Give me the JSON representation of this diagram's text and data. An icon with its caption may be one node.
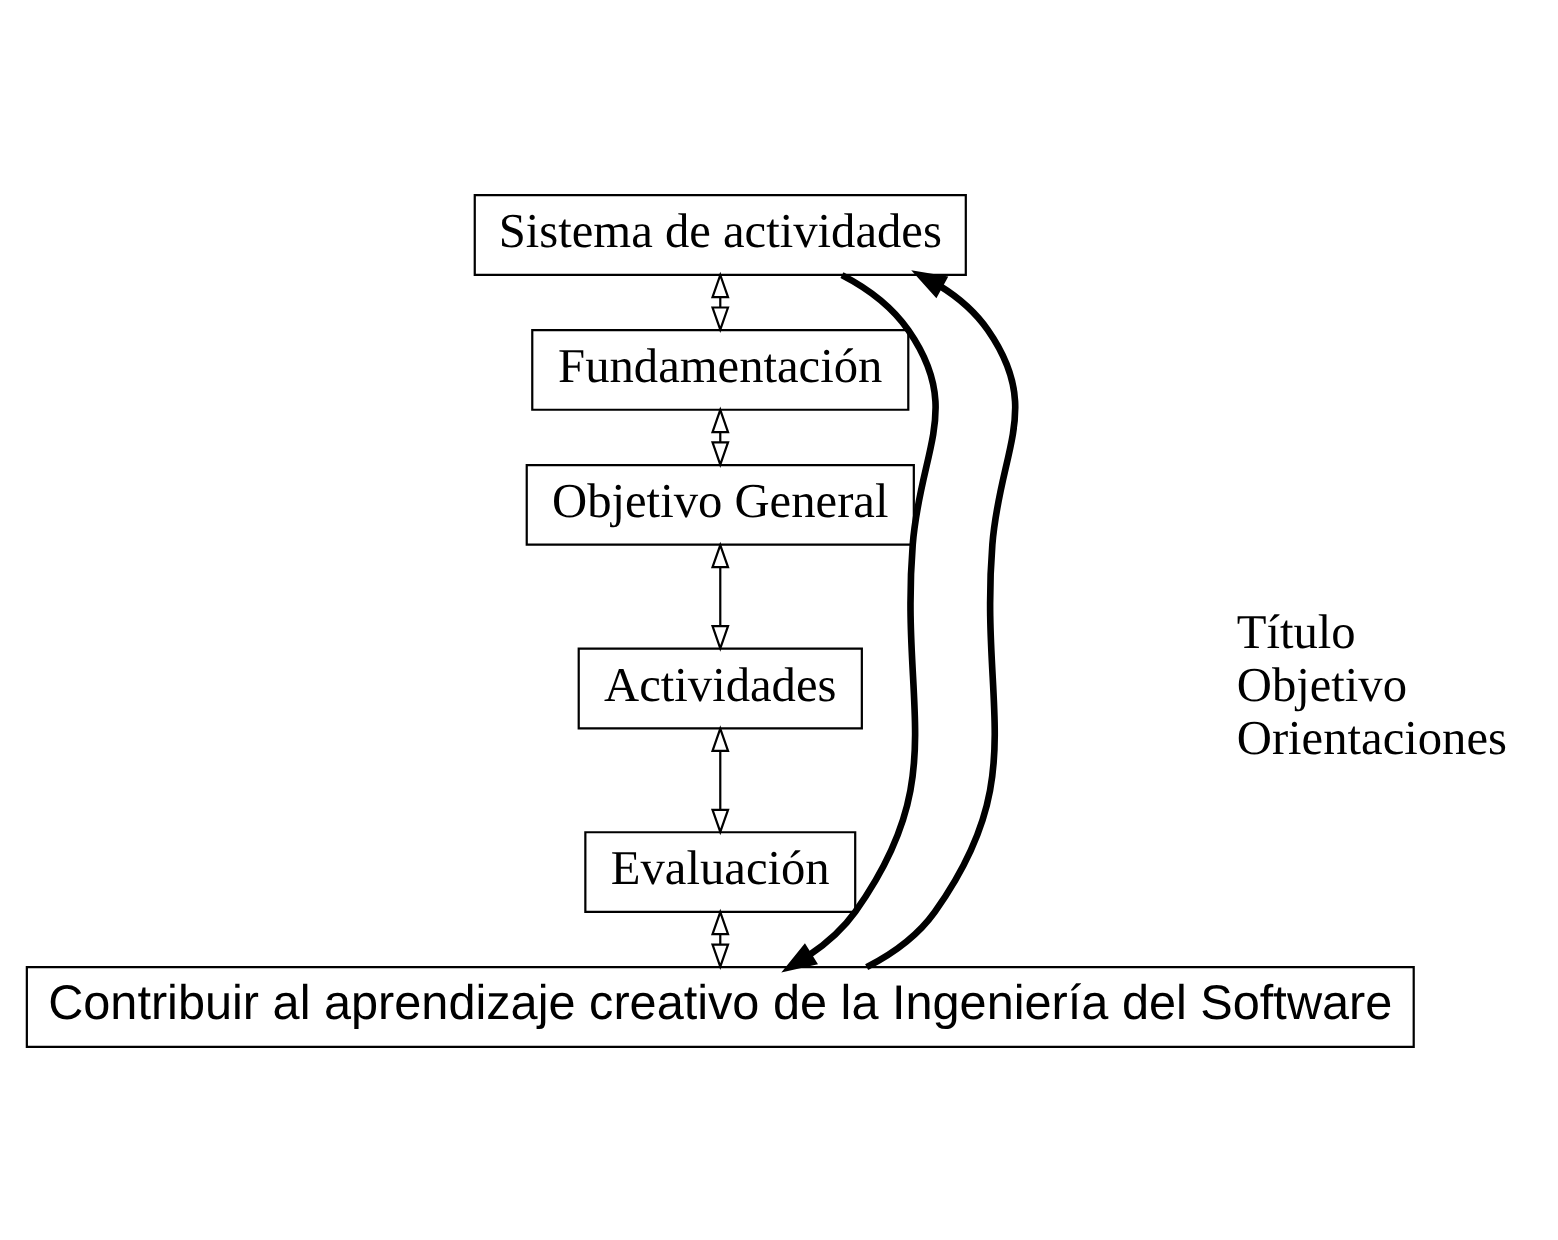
{
  "diagram": {
    "nodes": [
      {
        "text": [
          "Sistema de actividades"
        ]
      },
      {
        "text": [
          "Fundamentación"
        ]
      },
      {
        "text": [
          "Objetivo General"
        ]
      },
      {
        "text": [
          "Actividades"
        ],
        "beside": [
          "Título",
          "Objetivo",
          "Orientaciones"
        ]
      },
      {
        "text": [
          "Evaluación"
        ]
      },
      {
        "text": [
          "Contribuir al aprendizaje creativo de la Ingeniería del Software"
        ]
      }
    ],
    "edges": [
      {
        "from": 0,
        "to": 1,
        "arrow": "both"
      },
      {
        "from": 1,
        "to": 2,
        "arrow": "both"
      },
      {
        "from": 2,
        "to": 3,
        "arrow": "both"
      },
      {
        "from": 3,
        "to": 4,
        "arrow": "both"
      },
      {
        "from": 4,
        "to": 5,
        "arrow": "both"
      },
      {
        "from": 0,
        "to": 5,
        "arrow": "to",
        "style": "thick"
      },
      {
        "from": 5,
        "to": 0,
        "arrow": "to",
        "style": "thick"
      }
    ]
  }
}
